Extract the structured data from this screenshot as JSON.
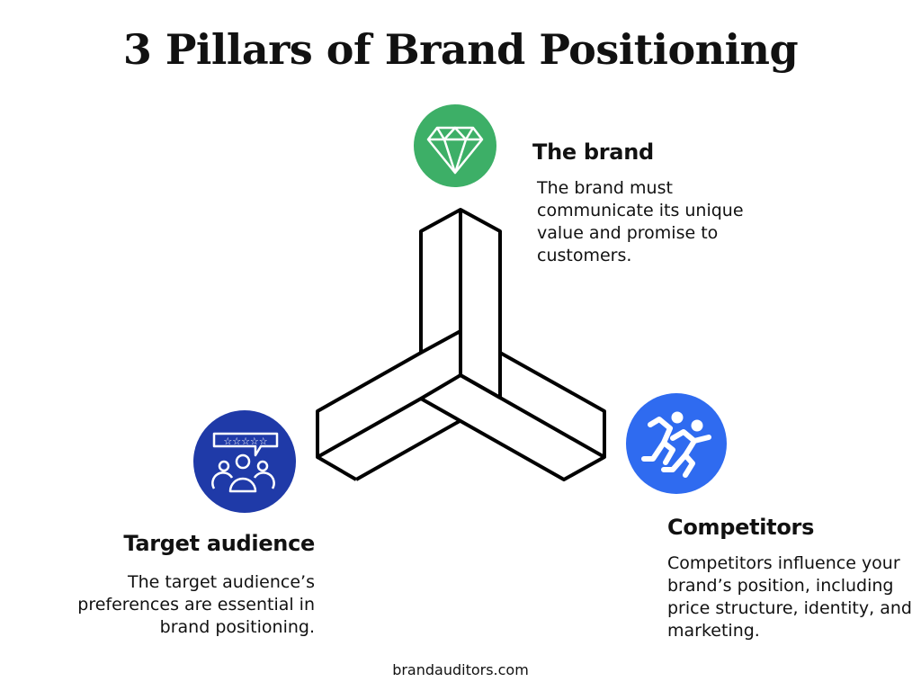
{
  "title": "3 Pillars of Brand Positioning",
  "pillars": [
    {
      "heading": "The brand",
      "text": "The brand must communicate its unique value and promise to customers.",
      "icon": "diamond-icon",
      "color": "#3daf67"
    },
    {
      "heading": "Target audience",
      "text": "The target audience’s preferences are essential in brand positioning.",
      "icon": "audience-rating-icon",
      "color": "#1f3aa8"
    },
    {
      "heading": "Competitors",
      "text": "Competitors influence your brand’s position, including price structure, identity, and marketing.",
      "icon": "runners-icon",
      "color": "#2f6bf0"
    }
  ],
  "footer": "brandauditors.com"
}
